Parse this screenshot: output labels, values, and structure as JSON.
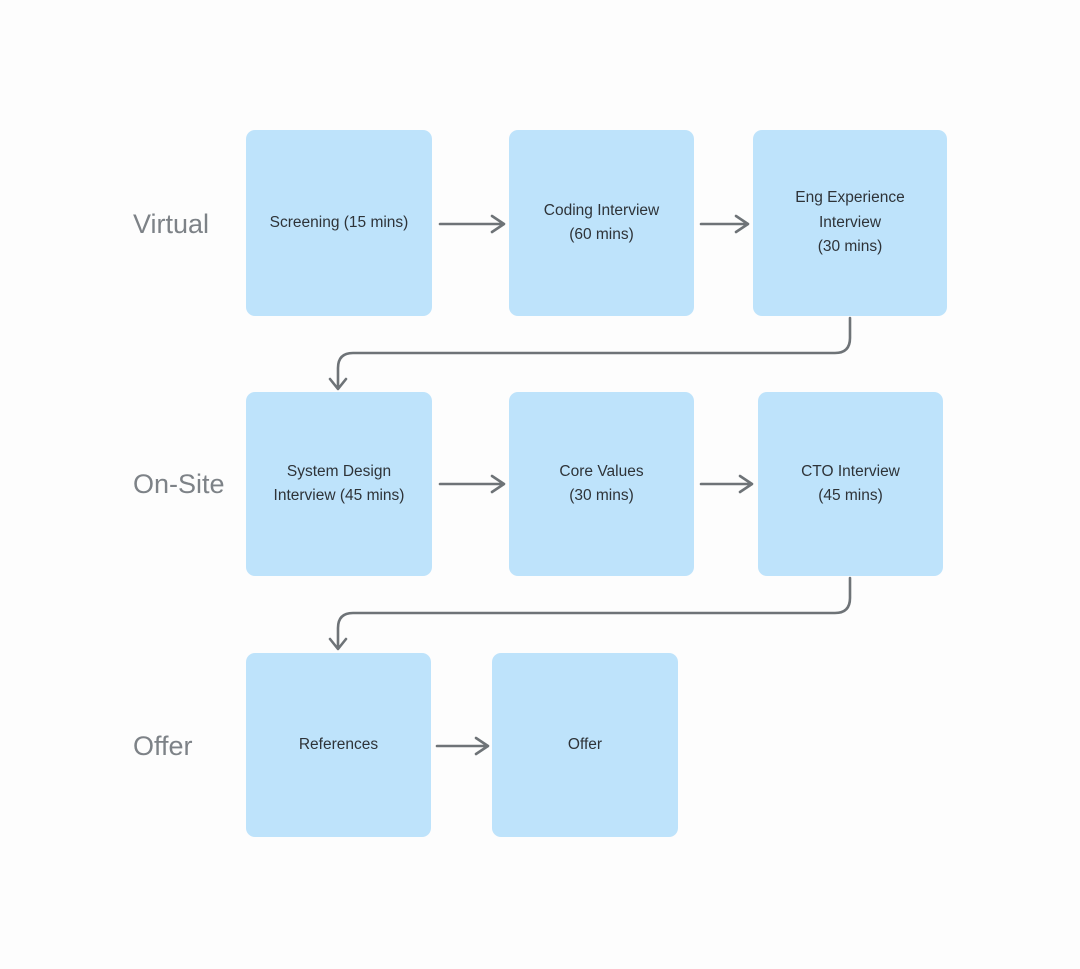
{
  "diagram_type": "flowchart",
  "colors": {
    "background": "#FDFDFD",
    "node_fill": "#BEE3FB",
    "node_text": "#2E3338",
    "lane_label_text": "#7D8287",
    "connector": "#6E7377"
  },
  "lanes": [
    {
      "label": "Virtual",
      "nodes": [
        {
          "id": "screening",
          "lines": [
            "Screening (15 mins)"
          ]
        },
        {
          "id": "coding-interview",
          "lines": [
            "Coding Interview",
            "(60 mins)"
          ]
        },
        {
          "id": "eng-experience-interview",
          "lines": [
            "Eng Experience",
            "Interview",
            "(30 mins)"
          ]
        }
      ]
    },
    {
      "label": "On-Site",
      "nodes": [
        {
          "id": "system-design-interview",
          "lines": [
            "System Design",
            "Interview (45 mins)"
          ]
        },
        {
          "id": "core-values",
          "lines": [
            "Core Values",
            "(30 mins)"
          ]
        },
        {
          "id": "cto-interview",
          "lines": [
            "CTO Interview",
            "(45 mins)"
          ]
        }
      ]
    },
    {
      "label": "Offer",
      "nodes": [
        {
          "id": "references",
          "lines": [
            "References"
          ]
        },
        {
          "id": "offer",
          "lines": [
            "Offer"
          ]
        }
      ]
    }
  ],
  "edges": [
    {
      "from": "screening",
      "to": "coding-interview"
    },
    {
      "from": "coding-interview",
      "to": "eng-experience-interview"
    },
    {
      "from": "eng-experience-interview",
      "to": "system-design-interview"
    },
    {
      "from": "system-design-interview",
      "to": "core-values"
    },
    {
      "from": "core-values",
      "to": "cto-interview"
    },
    {
      "from": "cto-interview",
      "to": "references"
    },
    {
      "from": "references",
      "to": "offer"
    }
  ]
}
